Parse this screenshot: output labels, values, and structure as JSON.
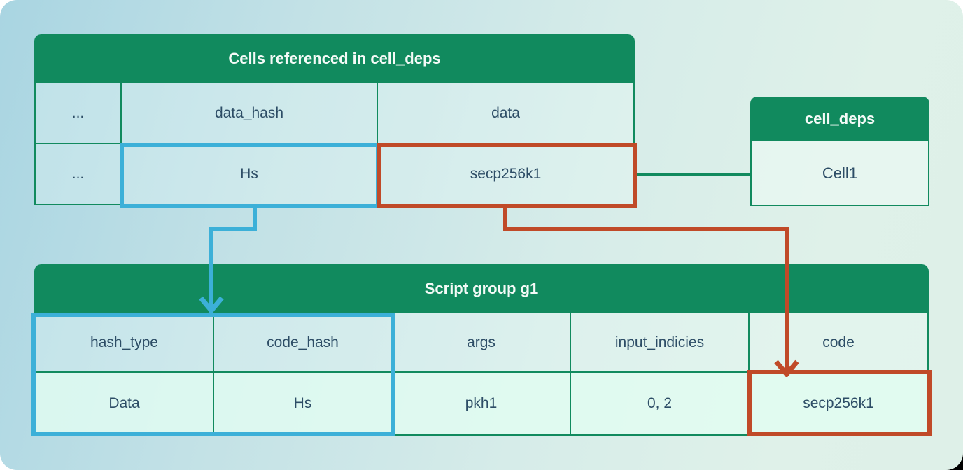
{
  "colors": {
    "green": "#118a5e",
    "blue": "#3cb0d8",
    "red": "#c04a28",
    "text": "#2d4d66",
    "title_text": "#f4faf7"
  },
  "cells_table": {
    "title": "Cells referenced in cell_deps",
    "header": [
      "...",
      "data_hash",
      "data"
    ],
    "row": [
      "...",
      "Hs",
      "secp256k1"
    ]
  },
  "cell_deps_table": {
    "title": "cell_deps",
    "row": [
      "Cell1"
    ]
  },
  "script_table": {
    "title": "Script group g1",
    "header": [
      "hash_type",
      "code_hash",
      "args",
      "input_indicies",
      "code"
    ],
    "row": [
      "Data",
      "Hs",
      "pkh1",
      "0, 2",
      "secp256k1"
    ]
  }
}
